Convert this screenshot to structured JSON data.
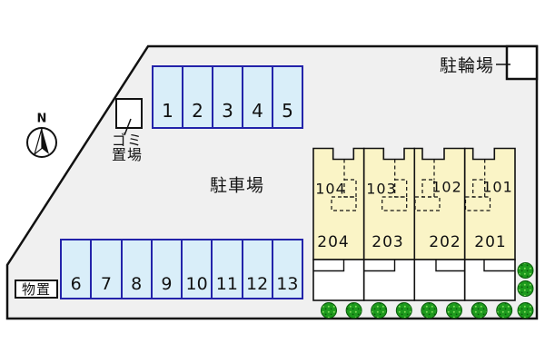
{
  "site": {
    "north_label": "N"
  },
  "labels": {
    "parking_lot": "駐車場",
    "bicycle_parking": "駐輪場",
    "garbage_line1": "ゴミ",
    "garbage_line2": "置場",
    "storage": "物置"
  },
  "parking": {
    "top_row": [
      "1",
      "2",
      "3",
      "4",
      "5"
    ],
    "bottom_row": [
      "6",
      "7",
      "8",
      "9",
      "10",
      "11",
      "12",
      "13"
    ]
  },
  "building": {
    "upper_units": [
      "104",
      "103",
      "102",
      "101"
    ],
    "lower_units": [
      "204",
      "203",
      "202",
      "201"
    ]
  },
  "colors": {
    "site_fill": "#f0f0f0",
    "site_border": "#111111",
    "parking_fill": "#d9eef9",
    "parking_border": "#2323aa",
    "building_fill": "#faf4c6",
    "bush_green": "#1d9a1d"
  }
}
